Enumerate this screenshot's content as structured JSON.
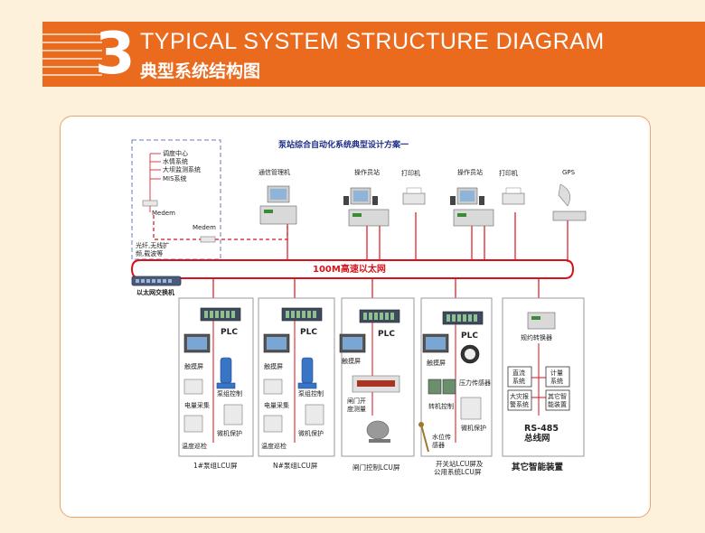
{
  "header": {
    "number": "3",
    "title_en": "TYPICAL SYSTEM STRUCTURE DIAGRAM",
    "title_cn": "典型系统结构图"
  },
  "diagram": {
    "title": "泵站综合自动化系统典型设计方案一",
    "network": "100M高速以太网",
    "switch": "以太网交换机",
    "remote": {
      "items": [
        "调度中心",
        "水情系统",
        "大坝监测系统",
        "MIS系统"
      ],
      "modem1": "Medem",
      "modem2": "Medem",
      "link": [
        "光纤,无线扩",
        "频,载波等"
      ]
    },
    "stations": {
      "comm": "通信管理机",
      "op1": "操作员站",
      "printer1": "打印机",
      "op2": "操作员站",
      "printer2": "打印机",
      "gps": "GPS"
    },
    "panels": {
      "p1": {
        "plc": "PLC",
        "touch": "触摸屏",
        "unit": "泵组控制",
        "energy": "电量采集",
        "protect": "微机保护",
        "temp": "温度巡检",
        "caption": "1#泵组LCU屏"
      },
      "p2": {
        "plc": "PLC",
        "touch": "触摸屏",
        "unit": "泵组控制",
        "energy": "电量采集",
        "protect": "微机保护",
        "temp": "温度巡检",
        "caption": "N#泵组LCU屏"
      },
      "p3": {
        "plc": "PLC",
        "touch": "触摸屏",
        "gate": [
          "闸门开",
          "度测量"
        ],
        "caption": "闸门控制LCU屏"
      },
      "p4": {
        "plc": "PLC",
        "touch": "触摸屏",
        "pressure": "压力传感器",
        "speed": "转机控制",
        "protect": "微机保护",
        "level": [
          "水位传",
          "感器"
        ],
        "caption": [
          "开关站LCU屏及",
          "公用系统LCU屏"
        ]
      },
      "p5": {
        "converter": "规约转换器",
        "dc": [
          "直流",
          "系统"
        ],
        "meter": [
          "计量",
          "系统"
        ],
        "fire": [
          "大灾报",
          "警系统"
        ],
        "other": [
          "其它智",
          "能装置"
        ],
        "bus": [
          "RS-485",
          "总线网"
        ],
        "caption": "其它智能装置"
      }
    }
  },
  "colors": {
    "banner": "#ea6a1e",
    "background": "#fdf1dc",
    "network": "#d8121a",
    "title": "#1f2f86"
  }
}
